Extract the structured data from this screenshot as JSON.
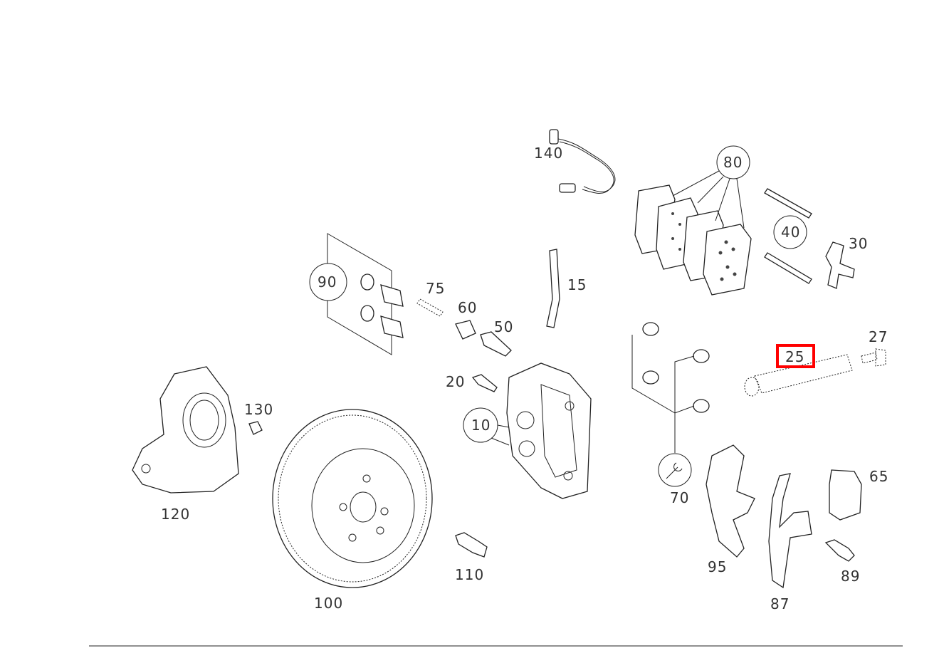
{
  "diagram": {
    "highlight_color": "#ff0000",
    "labels": {
      "p140": "140",
      "p80": "80",
      "p40": "40",
      "p30": "30",
      "p90": "90",
      "p75": "75",
      "p60": "60",
      "p50": "50",
      "p15": "15",
      "p27": "27",
      "p25": "25",
      "p20": "20",
      "p130": "130",
      "p10": "10",
      "p120": "120",
      "p70": "70",
      "p65": "65",
      "p95": "95",
      "p89": "89",
      "p87": "87",
      "p100": "100",
      "p110": "110"
    }
  }
}
